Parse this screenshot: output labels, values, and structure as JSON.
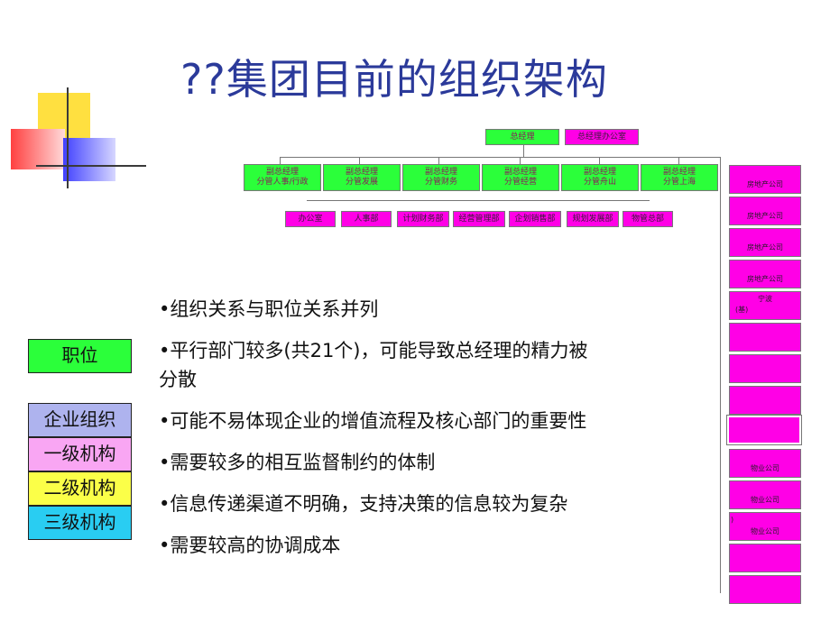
{
  "title": "??集团目前的组织架构",
  "chart": {
    "top": [
      "总经理",
      "总经理办公室"
    ],
    "vps": [
      {
        "l1": "副总经理",
        "l2": "分管人事/行政"
      },
      {
        "l1": "副总经理",
        "l2": "分管发展"
      },
      {
        "l1": "副总经理",
        "l2": "分管财务"
      },
      {
        "l1": "副总经理",
        "l2": "分管经营"
      },
      {
        "l1": "副总经理",
        "l2": "分管舟山"
      },
      {
        "l1": "副总经理",
        "l2": "分管上海"
      }
    ],
    "depts": [
      "办公室",
      "人事部",
      "计划财务部",
      "经营管理部",
      "企划销售部",
      "规划发展部",
      "物管总部"
    ],
    "right_column": [
      "房地产公司",
      "房地产公司",
      "房地产公司",
      "房地产公司",
      "宁波",
      "",
      "",
      "",
      "",
      "物业公司",
      "物业公司",
      "物业公司",
      "",
      ""
    ],
    "right_extra": "(基)",
    "right_paren": ")"
  },
  "bullets": [
    "•组织关系与职位关系并列",
    "•平行部门较多(共21个)，可能导致总经理的精力被",
    " 分散",
    "•可能不易体现企业的增值流程及核心部门的重要性",
    "•需要较多的相互监督制约的体制",
    "•信息传递渠道不明确，支持决策的信息较为复杂",
    "•需要较高的协调成本"
  ],
  "legend": {
    "position": "职位",
    "items": [
      "企业组织",
      "一级机构",
      "二级机构",
      "三级机构"
    ]
  },
  "colors": {
    "green": "#2bff3a",
    "magenta": "#ff00e6",
    "legend_org": "#aeb3ee",
    "legend_l1": "#f9a6f3",
    "legend_l2": "#fbff48",
    "legend_l3": "#29cdf2",
    "title": "#2b3a9a"
  }
}
